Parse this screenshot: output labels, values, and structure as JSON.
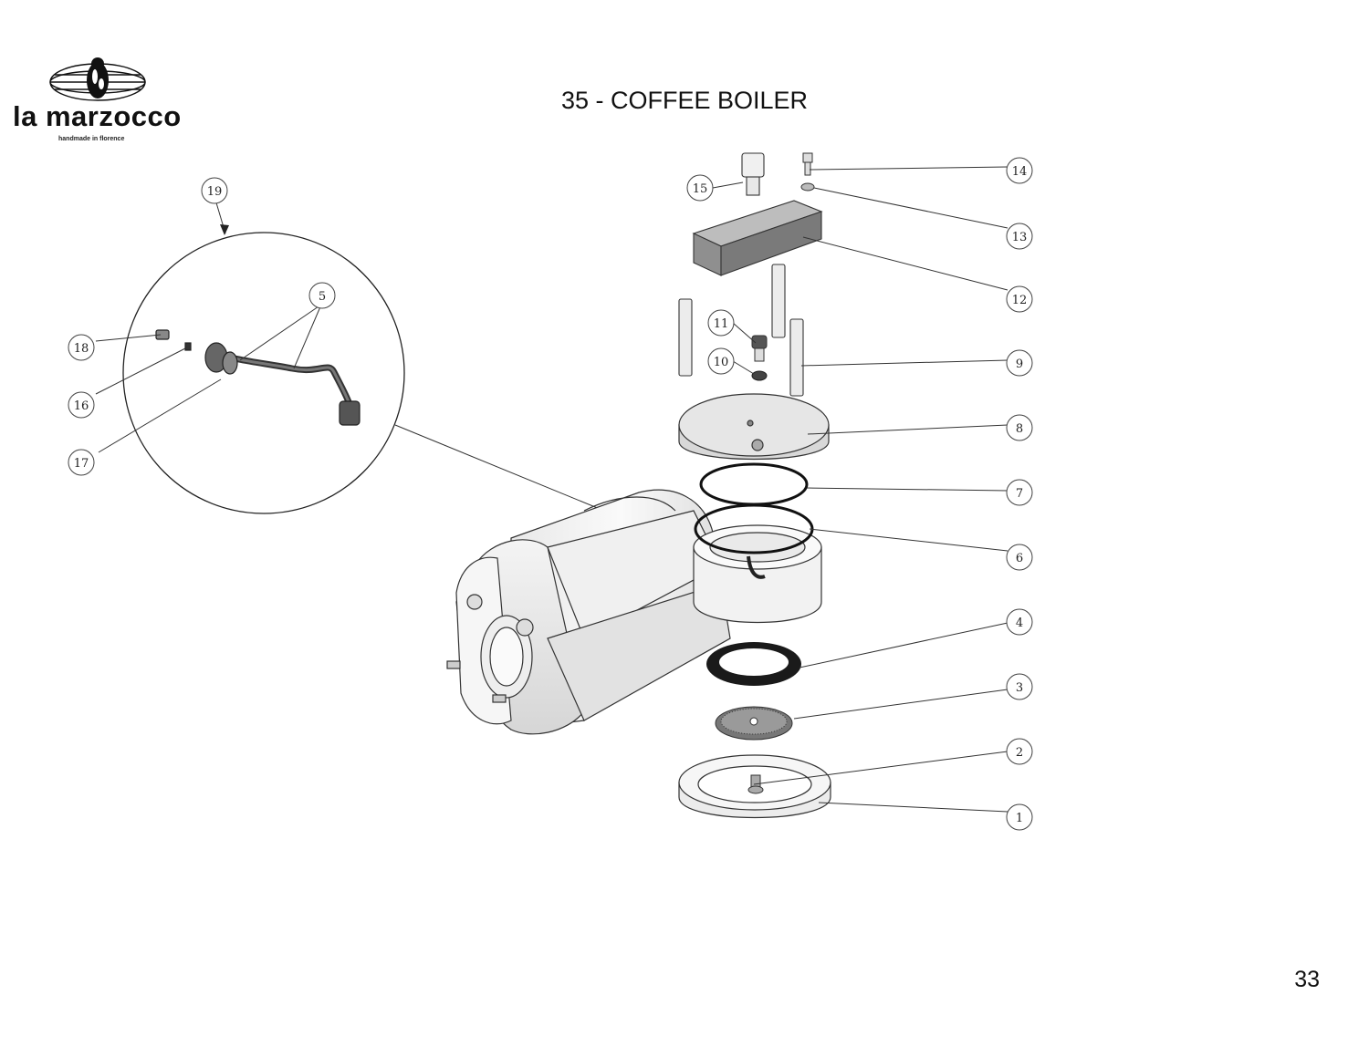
{
  "brand": {
    "name": "la marzocco",
    "tagline": "handmade in florence",
    "logo_icon": "lion-globe-emblem"
  },
  "page": {
    "title": "35 - COFFEE BOILER",
    "number": "33"
  },
  "callouts": [
    "1",
    "2",
    "3",
    "4",
    "5",
    "6",
    "7",
    "8",
    "9",
    "10",
    "11",
    "12",
    "13",
    "14",
    "15",
    "16",
    "17",
    "18",
    "19"
  ]
}
